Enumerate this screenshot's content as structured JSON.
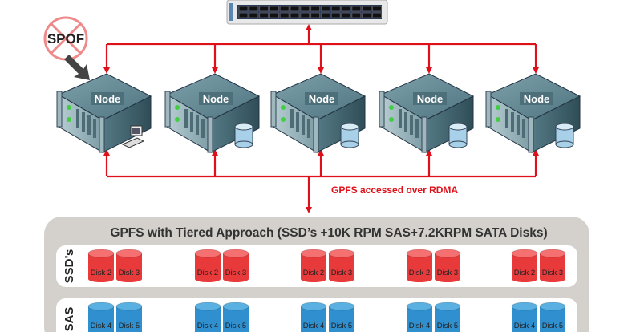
{
  "spof_label": "SPOF",
  "rdma_label": "GPFS accessed over RDMA",
  "nodes": [
    {
      "label": "Node",
      "accessory": "workstation"
    },
    {
      "label": "Node",
      "accessory": "disk"
    },
    {
      "label": "Node",
      "accessory": "disk"
    },
    {
      "label": "Node",
      "accessory": "disk"
    },
    {
      "label": "Node",
      "accessory": "disk"
    }
  ],
  "storage": {
    "title": "GPFS with Tiered Approach (SSD’s +10K RPM SAS+7.2KRPM SATA Disks)",
    "tiers": [
      {
        "label": "SSD’s",
        "color": "#e83a3a",
        "disks": [
          "Disk 2",
          "Disk 3"
        ]
      },
      {
        "label": "SAS",
        "color": "#2f8fcf",
        "disks": [
          "Disk 4",
          "Disk 5"
        ]
      }
    ]
  },
  "colors": {
    "link": "#e0101a",
    "panel": "#d4d1cd",
    "server": "#5f8590"
  }
}
